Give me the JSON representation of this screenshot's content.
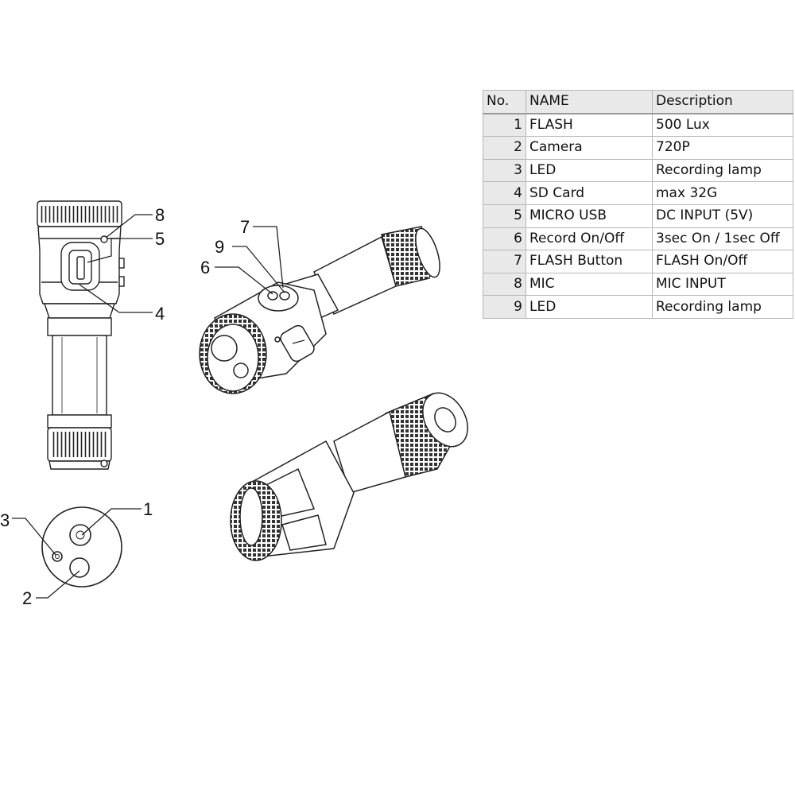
{
  "callouts": {
    "n1": "1",
    "n2": "2",
    "n3": "3",
    "n4": "4",
    "n5": "5",
    "n6": "6",
    "n7": "7",
    "n8": "8",
    "n9": "9"
  },
  "table": {
    "headers": {
      "no": "No.",
      "name": "NAME",
      "description": "Description"
    },
    "rows": [
      {
        "no": "1",
        "name": "FLASH",
        "description": "500 Lux"
      },
      {
        "no": "2",
        "name": "Camera",
        "description": "720P"
      },
      {
        "no": "3",
        "name": "LED",
        "description": "Recording lamp"
      },
      {
        "no": "4",
        "name": "SD Card",
        "description": "max 32G"
      },
      {
        "no": "5",
        "name": "MICRO USB",
        "description": "DC INPUT (5V)"
      },
      {
        "no": "6",
        "name": "Record On/Off",
        "description": "3sec On / 1sec Off"
      },
      {
        "no": "7",
        "name": "FLASH Button",
        "description": "FLASH On/Off"
      },
      {
        "no": "8",
        "name": "MIC",
        "description": "MIC INPUT"
      },
      {
        "no": "9",
        "name": "LED",
        "description": "Recording lamp"
      }
    ]
  }
}
